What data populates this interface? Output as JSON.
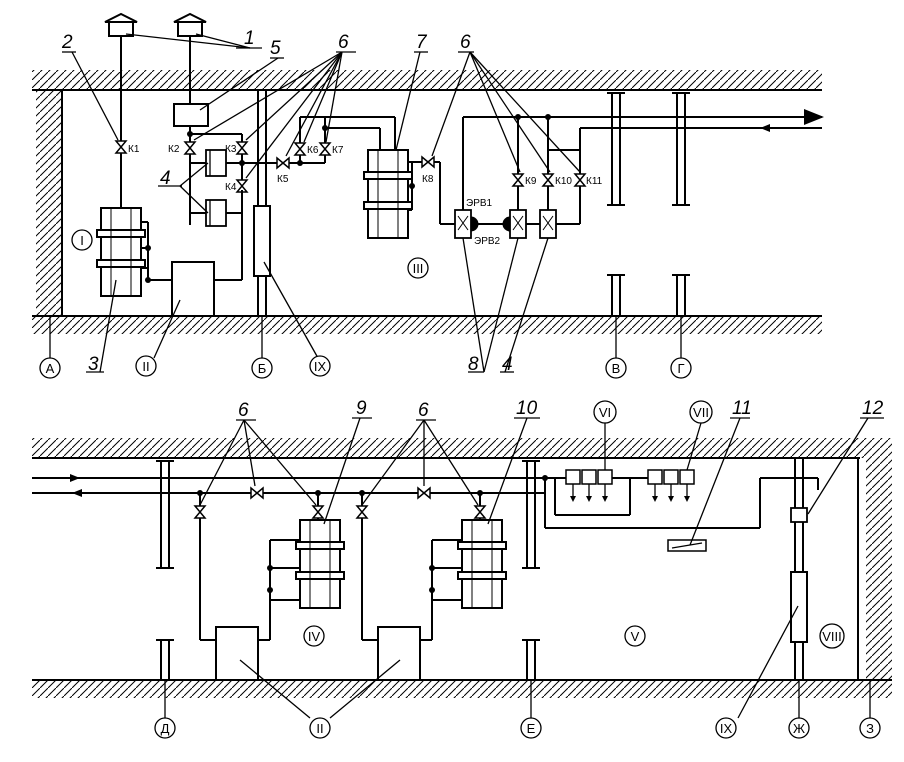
{
  "callouts": {
    "n1": "1",
    "n2": "2",
    "n3": "3",
    "n4a": "4",
    "n4b": "4",
    "n5": "5",
    "n6a": "6",
    "n6b": "6",
    "n6c": "6",
    "n6d": "6",
    "n7": "7",
    "n8": "8",
    "n9": "9",
    "n10": "10",
    "n11": "11",
    "n12": "12"
  },
  "valves": {
    "k1": "К1",
    "k2": "К2",
    "k3": "К3",
    "k4": "К4",
    "k5": "К5",
    "k6": "К6",
    "k7": "К7",
    "k8": "К8",
    "k9": "К9",
    "k10": "К10",
    "k11": "К11"
  },
  "erv": {
    "erv1": "ЭРВ1",
    "erv2": "ЭРВ2"
  },
  "rooms": {
    "r1": "I",
    "r2a": "II",
    "r2b": "II",
    "r3": "III",
    "r4": "IV",
    "r5": "V",
    "r6": "VI",
    "r7": "VII",
    "r8": "VIII",
    "r9a": "IX",
    "r9b": "IX"
  },
  "axes": {
    "a": "А",
    "b": "Б",
    "v": "В",
    "g": "Г",
    "d": "Д",
    "e": "Е",
    "zh": "Ж",
    "z": "З"
  }
}
